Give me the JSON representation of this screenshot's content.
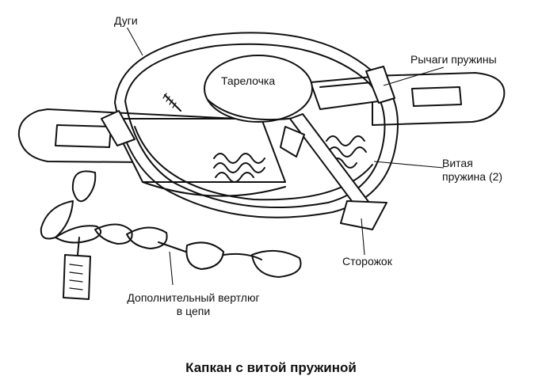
{
  "labels": {
    "jaws": "Дуги",
    "pan": "Тарелочка",
    "spring_levers": "Рычаги пружины",
    "coil_spring_line1": "Витая",
    "coil_spring_line2": "пружина (2)",
    "dog": "Сторожок",
    "swivel_line1": "Дополнительный вертлюг",
    "swivel_line2": "в цепи"
  },
  "caption": "Капкан с витой пружиной"
}
